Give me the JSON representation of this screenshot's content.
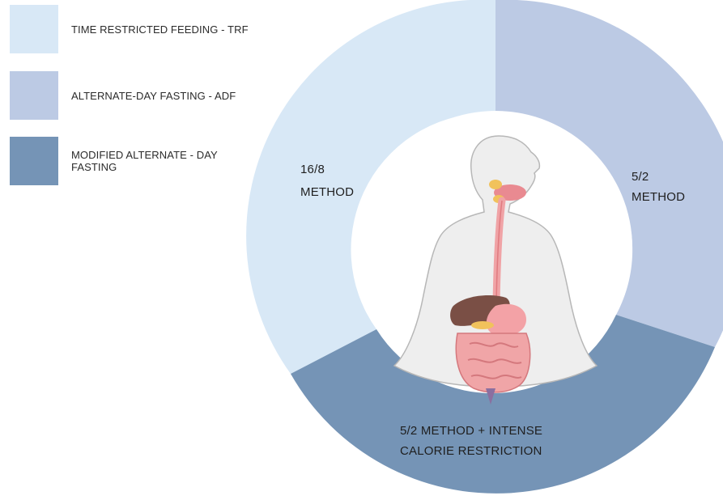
{
  "legend": [
    {
      "label": "TIME RESTRICTED FEEDING - TRF",
      "color": "#d8e8f6"
    },
    {
      "label": "ALTERNATE-DAY FASTING - ADF",
      "color": "#bccae4"
    },
    {
      "label": "MODIFIED ALTERNATE - DAY\nFASTING",
      "color": "#7594b6"
    }
  ],
  "segments": [
    {
      "lines": [
        "16/8",
        "METHOD"
      ],
      "color": "#d8e8f6"
    },
    {
      "lines": [
        "5/2",
        "METHOD"
      ],
      "color": "#bccae4"
    },
    {
      "lines": [
        "5/2 METHOD + INTENSE",
        "CALORIE RESTRICTION"
      ],
      "color": "#7594b6"
    }
  ],
  "center_illustration": "human-digestive-system-icon"
}
